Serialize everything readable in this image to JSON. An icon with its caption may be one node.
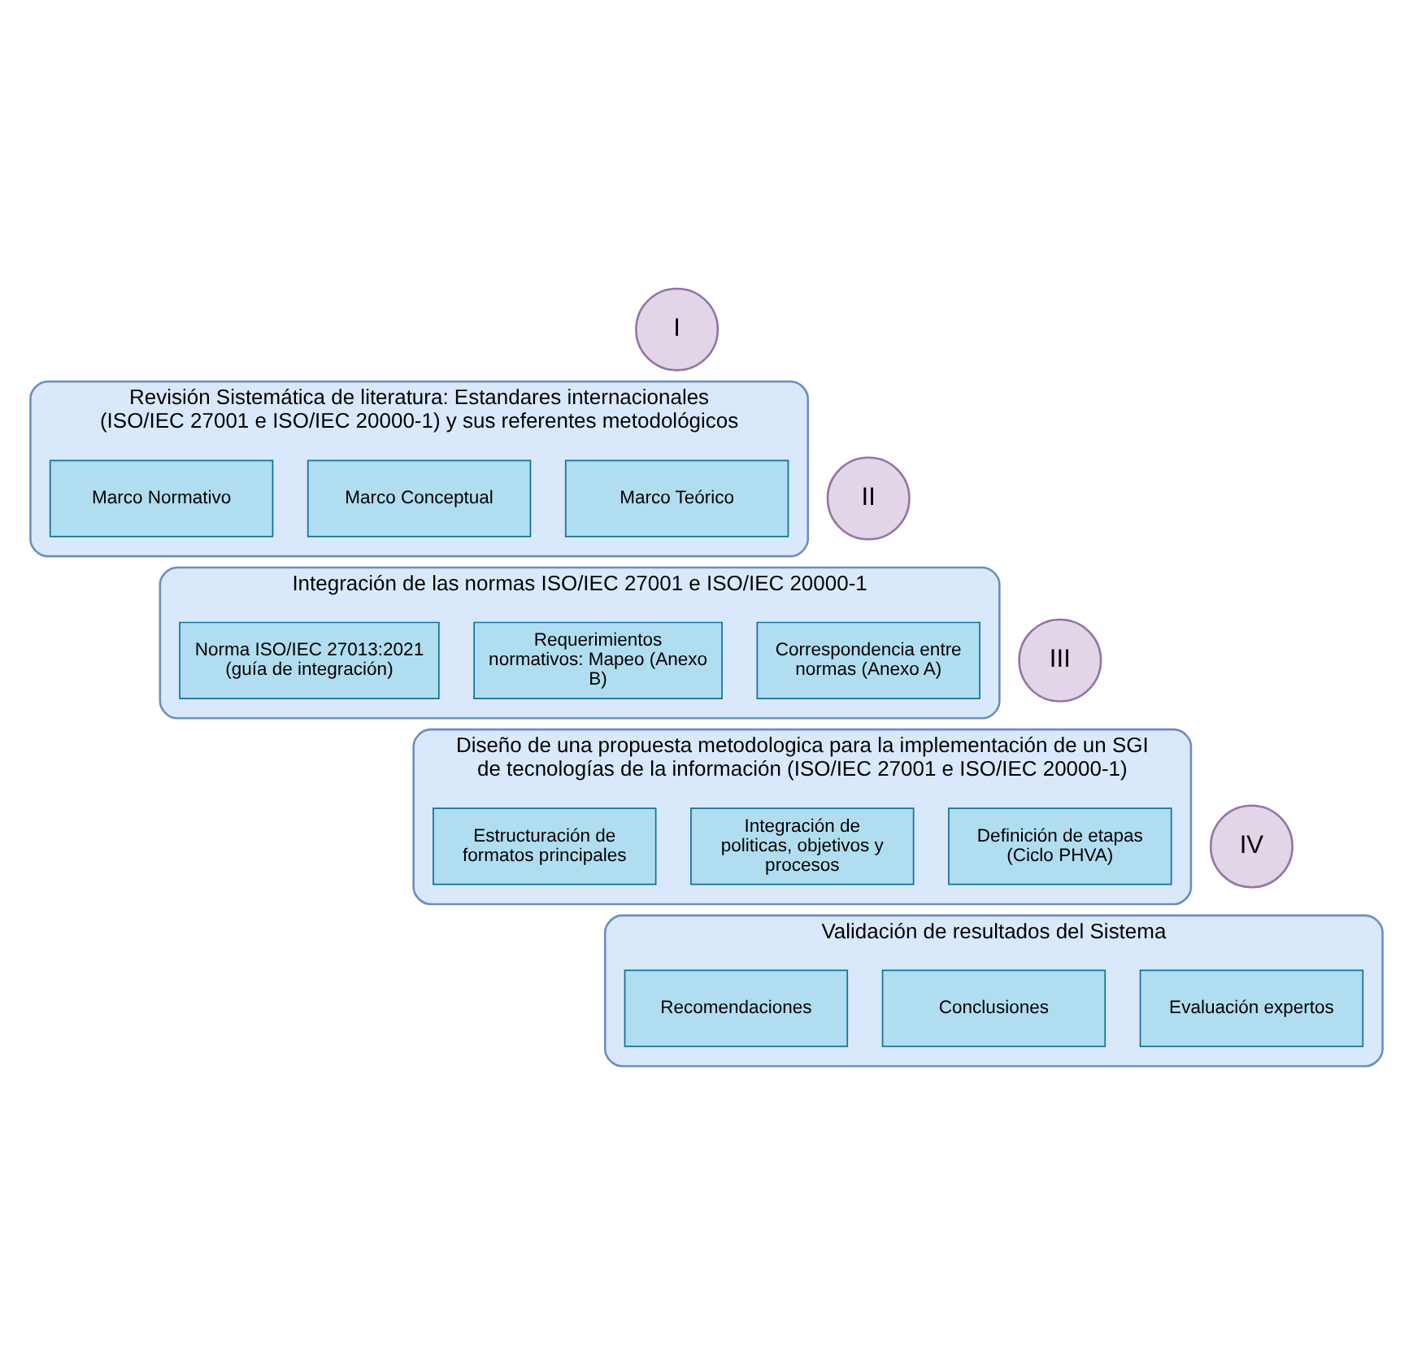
{
  "diagram": {
    "nodes": [
      {
        "text": [
          "I"
        ]
      },
      {
        "text": [
          "Revisión Sistemática de literatura: Estandares internacionales (ISO/IEC 27001 e ISO/IEC 20000-1) y sus referentes metodológicos"
        ]
      },
      {
        "text": [
          "Marco Teórico"
        ],
        "in": 1
      },
      {
        "text": [
          "Marco Conceptual"
        ],
        "in": 1
      },
      {
        "text": [
          "Marco Normativo"
        ],
        "in": 1
      },
      {
        "text": [
          "II"
        ]
      },
      {
        "text": [
          "Integración de las normas ISO/IEC 27001 e ISO/IEC 20000-1"
        ]
      },
      {
        "text": [
          "Correspondencia entre normas (Anexo A)"
        ],
        "in": 6
      },
      {
        "text": [
          "Requerimientos normativos: Mapeo (Anexo B)"
        ],
        "in": 6
      },
      {
        "text": [
          "Norma ISO/IEC 27013:2021 (guía de integración)"
        ],
        "in": 6
      },
      {
        "text": [
          "III"
        ]
      },
      {
        "text": [
          "Diseño de una propuesta metodologica para la implementación de un SGI de tecnologías de la información (ISO/IEC 27001 e ISO/IEC 20000-1)"
        ]
      },
      {
        "text": [
          "Definición de etapas (Ciclo PHVA)"
        ],
        "in": 11
      },
      {
        "text": [
          "Integración de politicas, objetivos y procesos"
        ],
        "in": 11
      },
      {
        "text": [
          "Estructuración de formatos principales"
        ],
        "in": 11
      },
      {
        "text": [
          "IV"
        ]
      },
      {
        "text": [
          "Validación de resultados del Sistema"
        ]
      },
      {
        "text": [
          "Evaluación expertos"
        ],
        "in": 16
      },
      {
        "text": [
          "Conclusiones"
        ],
        "in": 16
      },
      {
        "text": [
          "Recomendaciones"
        ],
        "in": 16
      }
    ]
  }
}
